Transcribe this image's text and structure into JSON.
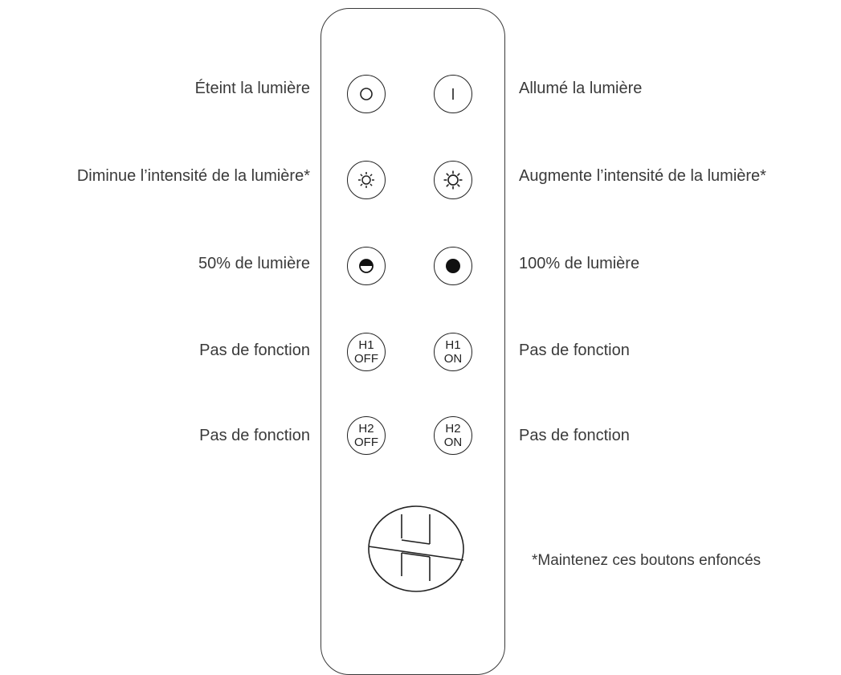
{
  "rows": [
    {
      "left_label": "Éteint la lumière",
      "right_label": "Allumé la lumière",
      "left_icon": "circle-off-icon",
      "right_icon": "line-on-icon"
    },
    {
      "left_label": "Diminue l’intensité de la lumière*",
      "right_label": "Augmente l’intensité de la lumière*",
      "left_icon": "sun-icon",
      "right_icon": "sun-icon"
    },
    {
      "left_label": "50% de lumière",
      "right_label": "100% de lumière",
      "left_icon": "half-circle-icon",
      "right_icon": "filled-circle-icon"
    },
    {
      "left_label": "Pas de fonction",
      "right_label": "Pas de fonction",
      "left_btn": [
        "H1",
        "OFF"
      ],
      "right_btn": [
        "H1",
        "ON"
      ]
    },
    {
      "left_label": "Pas de fonction",
      "right_label": "Pas de fonction",
      "left_btn": [
        "H2",
        "OFF"
      ],
      "right_btn": [
        "H2",
        "ON"
      ]
    }
  ],
  "logo": {
    "icon": "h-logo-icon"
  },
  "note": "*Maintenez ces boutons enfoncés"
}
